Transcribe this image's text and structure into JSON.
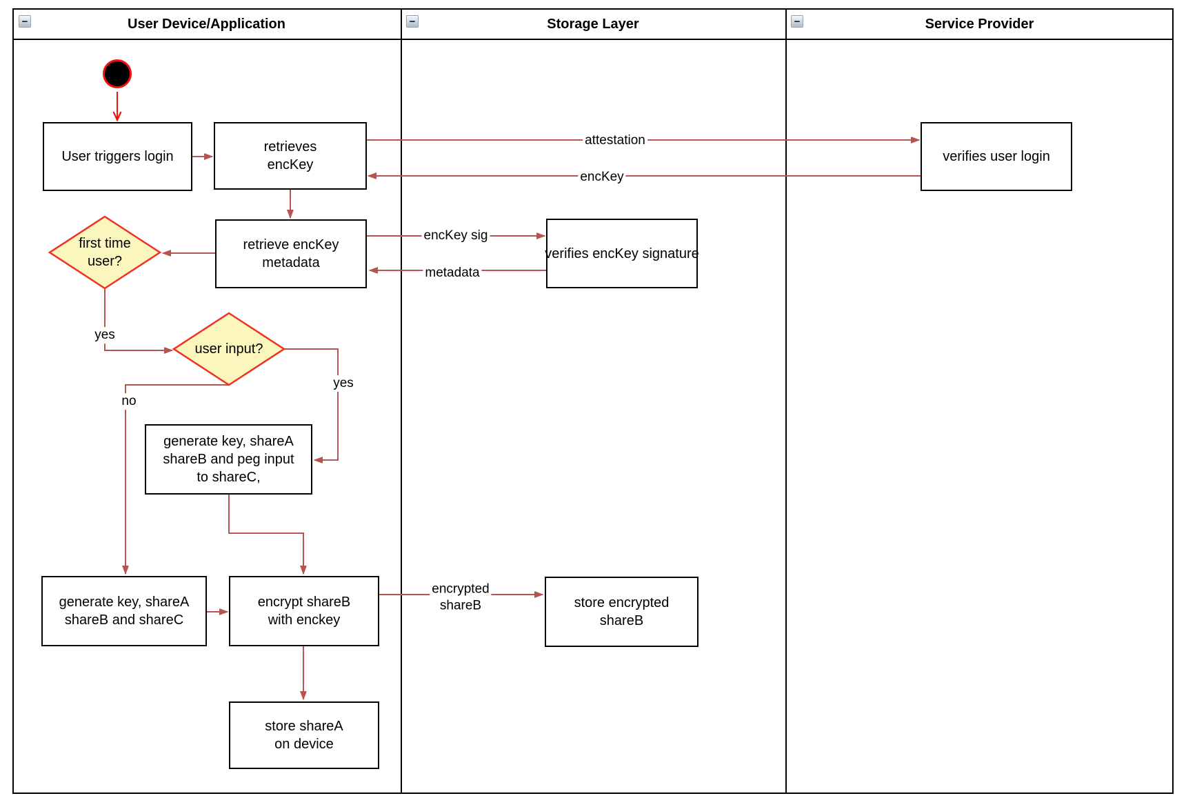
{
  "ui": {
    "collapse_glyph": "−"
  },
  "lanes": [
    {
      "title": "User Device/Application"
    },
    {
      "title": "Storage Layer"
    },
    {
      "title": "Service Provider"
    }
  ],
  "nodes": {
    "start": "start",
    "user_login": "User triggers login",
    "retrieves_enckey": "retrieves\nencKey",
    "verifies_user_login": "verifies user login",
    "retrieve_metadata": "retrieve encKey\nmetadata",
    "verifies_signature": "verifies encKey signature",
    "first_time_user": "first time\nuser?",
    "user_input": "user input?",
    "generate_peg": "generate key, shareA\nshareB and peg input\nto shareC,",
    "generate_abc": "generate key, shareA\nshareB and shareC",
    "encrypt_shareb": "encrypt shareB\nwith enckey",
    "store_encrypted": "store encrypted\nshareB",
    "store_sharea": "store shareA\non device"
  },
  "edge_labels": {
    "attestation": "attestation",
    "enckey": "encKey",
    "enckey_sig": "encKey sig",
    "metadata": "metadata",
    "yes_first_time": "yes",
    "yes_user_input": "yes",
    "no_user_input": "no",
    "encrypted_shareb": "encrypted\nshareB"
  },
  "colors": {
    "arrow": "#B85450",
    "start_accent": "#F50F0B",
    "diamond_fill": "#FBF6BE",
    "diamond_border": "#F2301F",
    "node_border": "#000000"
  }
}
